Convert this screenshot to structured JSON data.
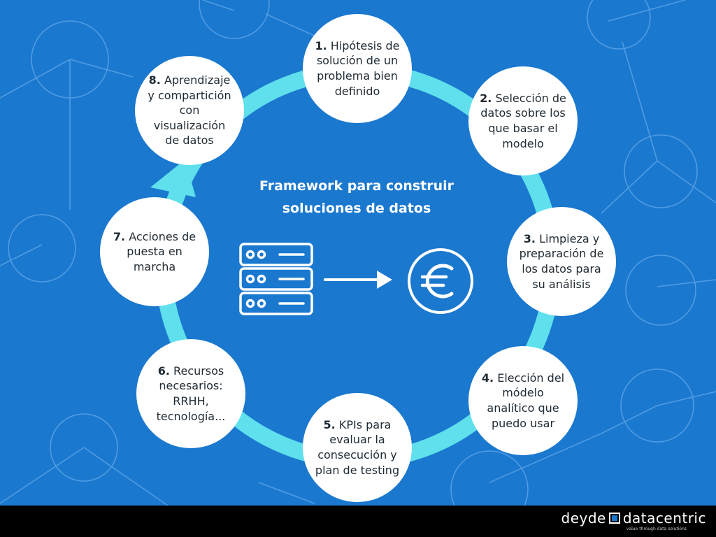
{
  "diagram": {
    "title_line1": "Framework para construir",
    "title_line2": "soluciones de datos",
    "steps": [
      {
        "num": "1.",
        "text": "Hipótesis de solución de un problema bien definido"
      },
      {
        "num": "2.",
        "text": "Selección de datos sobre los que basar el modelo"
      },
      {
        "num": "3.",
        "text": "Limpieza y preparación de los datos para su análisis"
      },
      {
        "num": "4.",
        "text": "Elección del módelo analítico que puedo usar"
      },
      {
        "num": "5.",
        "text": "KPIs para evaluar la consecución y plan de testing"
      },
      {
        "num": "6.",
        "text": "Recursos necesarios: RRHH, tecnología..."
      },
      {
        "num": "7.",
        "text": "Acciones de puesta en marcha"
      },
      {
        "num": "8.",
        "text": "Aprendizaje y compartición con visualización de datos"
      }
    ],
    "icons": [
      "server-icon",
      "arrow-right-icon",
      "euro-icon"
    ],
    "colors": {
      "background": "#1a78cf",
      "ring": "#5fe0ec",
      "node": "#ffffff",
      "footer": "#000000"
    }
  },
  "footer": {
    "brand_left": "deyde",
    "brand_right": "datacentric",
    "tagline": "value through data solutions"
  }
}
